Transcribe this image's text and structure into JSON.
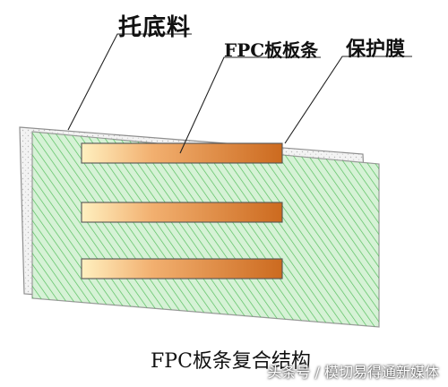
{
  "labels": {
    "base_material": "托底料",
    "fpc_strip": "FPC板板条",
    "protective_film": "保护膜"
  },
  "caption": "FPC板条复合结构",
  "watermark": "头条号 / 模切易得通新媒体",
  "colors": {
    "film": "#d6f2d6",
    "hatch": "#41b64a",
    "base_outline": "#9a9a9a",
    "strip_light": "#fff0c0",
    "strip_dark": "#cc6a1f"
  }
}
